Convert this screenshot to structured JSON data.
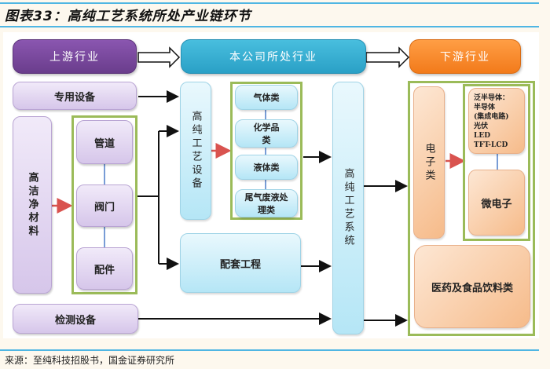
{
  "title": "图表33：高纯工艺系统所处产业链环节",
  "source": "来源：至纯科技招股书，国金证券研究所",
  "headers": {
    "upstream": "上游行业",
    "company": "本公司所处行业",
    "downstream": "下游行业"
  },
  "upstream": {
    "special_equipment": "专用设备",
    "high_clean_materials": "高洁净材料",
    "components": [
      "管道",
      "阀门",
      "配件"
    ],
    "testing_equipment": "检测设备"
  },
  "company": {
    "process_equipment": "高纯工艺设备",
    "equipment_types": [
      "气体类",
      "化学品类",
      "液体类",
      "尾气废液处理类"
    ],
    "supporting_engineering": "配套工程",
    "process_system": "高纯工艺系统"
  },
  "downstream": {
    "electronics": "电子类",
    "semiconductor_list": [
      "泛半导体：",
      "半导体",
      "(集成电路)",
      "光伏",
      "LED",
      "TFT-LCD"
    ],
    "microelectronics": "微电子",
    "pharma_food": "医药及食品饮料类"
  },
  "colors": {
    "upstream": "#7a4a9e",
    "company": "#36b0d6",
    "downstream": "#f58a2e",
    "group_border": "#9bbb59",
    "highlight_arrow": "#d9534f",
    "connector": "#4a7bc8",
    "rule": "#4fb6e3"
  }
}
